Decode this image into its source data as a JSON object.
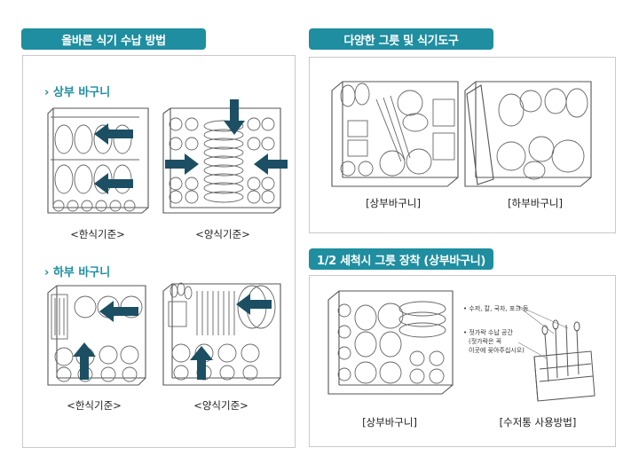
{
  "left": {
    "title": "올바른 식기 수납 방법",
    "upper": {
      "label": "상부 바구니",
      "korean": "<한식기준>",
      "western": "<양식기준>"
    },
    "lower": {
      "label": "하부 바구니",
      "korean": "<한식기준>",
      "western": "<양식기준>"
    }
  },
  "right_top": {
    "title": "다양한 그릇 및 식기도구",
    "cap_upper": "[상부바구니]",
    "cap_lower": "[하부바구니]"
  },
  "right_bottom": {
    "title": "1/2 세척시 그릇 장착 (상부바구니)",
    "cap_upper": "[상부바구니]",
    "cap_cutlery": "[수저통 사용방법]",
    "note1": "• 수저, 칼, 국자, 포크 등",
    "note2_line1": "• 젓가락 수납 공간",
    "note2_line2": "(젓가락은 꼭",
    "note2_line3": "이곳에 꽂아주십시오)"
  },
  "colors": {
    "accent": "#1f8ea0",
    "arrow": "#1c4f63",
    "line": "#555555"
  }
}
